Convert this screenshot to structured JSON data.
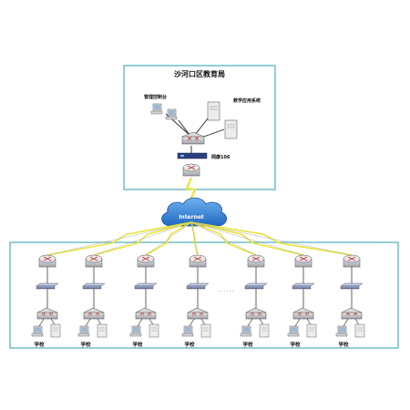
{
  "hq": {
    "title": "沙河口区教育局",
    "mgmt_label": "管理控制台",
    "app_label": "教学应用系统",
    "firewall_label": "网康106"
  },
  "internet": {
    "label": "Internet"
  },
  "schools": {
    "count": 7,
    "label": "学校",
    "ellipsis": "· · · · · ·"
  },
  "colors": {
    "frame": "#79c2c9",
    "cloud": "#2f7fd6",
    "link": "#e9e43a",
    "router": "#b9bcc2",
    "router_cross": "#c0392b",
    "switch": "#6e7fae"
  },
  "icons": [
    "router-icon",
    "switch-icon",
    "server-icon",
    "pc-icon",
    "internet-cloud-icon",
    "firewall-icon",
    "lightning-link-icon"
  ]
}
